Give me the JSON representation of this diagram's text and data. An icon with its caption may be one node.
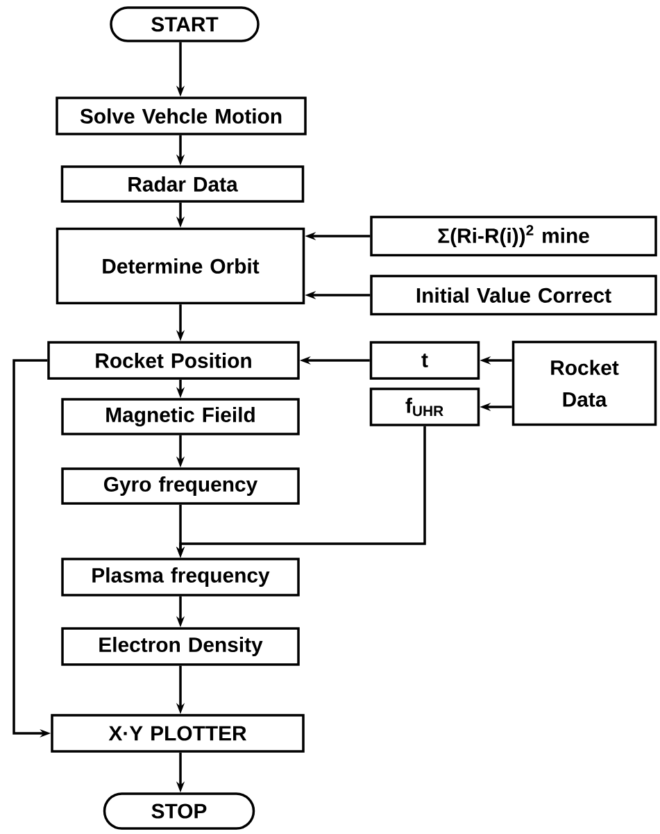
{
  "diagram": {
    "nodes": [
      {
        "text": [
          "START"
        ]
      },
      {
        "text": [
          "Solve Vehcle Motion"
        ]
      },
      {
        "text": [
          "Radar Data"
        ]
      },
      {
        "text": [
          "Determine Orbit"
        ]
      },
      {
        "text": [
          "Σ(Ri-R(i))$^{2}$ mine"
        ]
      },
      {
        "text": [
          "Initial Value Correct"
        ]
      },
      {
        "text": [
          "Rocket Position"
        ]
      },
      {
        "text": [
          "t"
        ]
      },
      {
        "text": [
          "f$_{UHR}$"
        ]
      },
      {
        "text": [
          "Rocket Data"
        ]
      },
      {
        "text": [
          "Magnetic Fieild"
        ]
      },
      {
        "text": [
          "Gyro frequency"
        ]
      },
      {
        "text": [
          "Plasma frequency"
        ]
      },
      {
        "text": [
          "Electron Density"
        ]
      },
      {
        "text": [
          "X·Y PLOTTER"
        ]
      },
      {
        "text": [
          "STOP"
        ]
      }
    ],
    "edges": [
      {
        "from": 0,
        "to": 1,
        "arrow": "to"
      },
      {
        "from": 1,
        "to": 2,
        "arrow": "to"
      },
      {
        "from": 2,
        "to": 3,
        "arrow": "to"
      },
      {
        "from": 4,
        "to": 3,
        "arrow": "to"
      },
      {
        "from": 5,
        "to": 3,
        "arrow": "to"
      },
      {
        "from": 3,
        "to": 6,
        "arrow": "to"
      },
      {
        "from": 7,
        "to": 6,
        "arrow": "to"
      },
      {
        "from": 9,
        "to": 7,
        "arrow": "to"
      },
      {
        "from": 9,
        "to": 8,
        "arrow": "to"
      },
      {
        "from": 6,
        "to": 10,
        "arrow": "to"
      },
      {
        "from": 10,
        "to": 11,
        "arrow": "to"
      },
      {
        "from": 11,
        "to": 12,
        "arrow": "to"
      },
      {
        "from": 8,
        "to": 12,
        "arrow": "to"
      },
      {
        "from": 12,
        "to": 13,
        "arrow": "to"
      },
      {
        "from": 13,
        "to": 14,
        "arrow": "to"
      },
      {
        "from": 6,
        "to": 14,
        "arrow": "to"
      },
      {
        "from": 14,
        "to": 15,
        "arrow": "to"
      }
    ]
  }
}
